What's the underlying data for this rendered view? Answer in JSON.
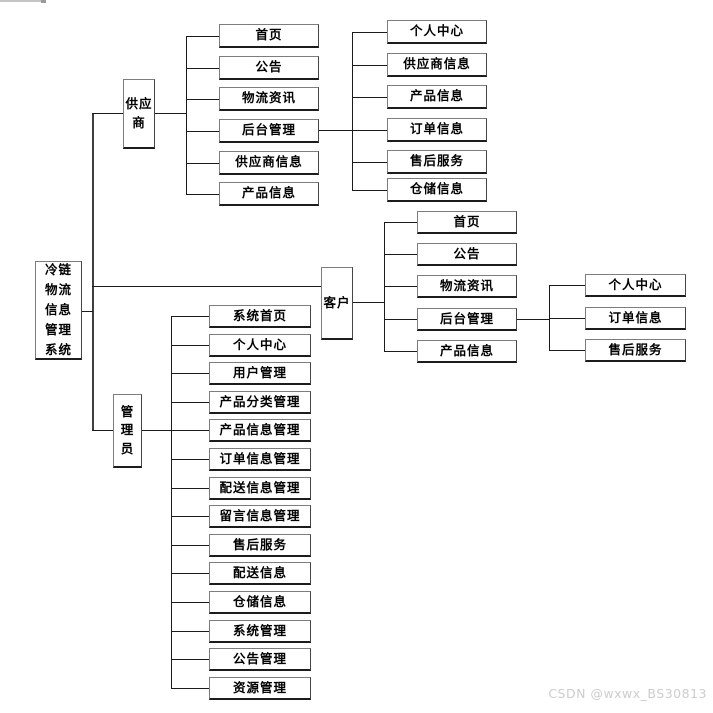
{
  "title": "冷链物流信息管理系统",
  "watermark": "CSDN @wxwx_BS30813",
  "colors": {
    "box_border": "#7d7d7d",
    "box_border_dark": "#1c1c1c",
    "line": "#1b1b1b",
    "text": "#000000",
    "watermark": "#cdcdcd",
    "background": "#ffffff"
  },
  "tree": {
    "root": {
      "label": "冷链物流信息管理系统"
    },
    "branches": [
      {
        "label": "供应商",
        "children": [
          "首页",
          "公告",
          "物流资讯",
          "后台管理",
          "供应商信息",
          "产品信息"
        ],
        "backend_children": [
          "个人中心",
          "供应商信息",
          "产品信息",
          "订单信息",
          "售后服务",
          "仓储信息"
        ]
      },
      {
        "label": "客户",
        "children": [
          "首页",
          "公告",
          "物流资讯",
          "后台管理",
          "产品信息"
        ],
        "backend_children": [
          "个人中心",
          "订单信息",
          "售后服务"
        ]
      },
      {
        "label": "管理员",
        "children": [
          "系统首页",
          "个人中心",
          "用户管理",
          "产品分类管理",
          "产品信息管理",
          "订单信息管理",
          "配送信息管理",
          "留言信息管理",
          "售后服务",
          "配送信息",
          "仓储信息",
          "系统管理",
          "公告管理",
          "资源管理"
        ]
      }
    ]
  }
}
